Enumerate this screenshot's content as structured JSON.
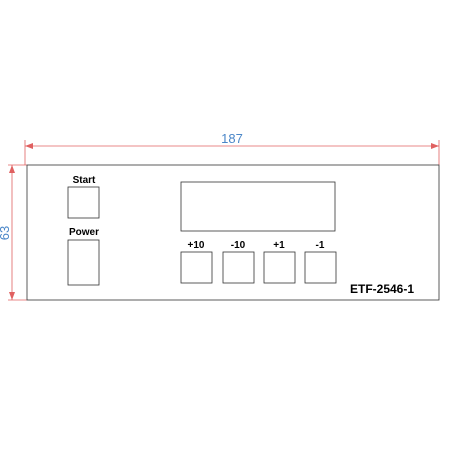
{
  "dimensions": {
    "width_label": "187",
    "height_label": "63"
  },
  "panel": {
    "left_buttons": [
      {
        "label": "Start"
      },
      {
        "label": "Power"
      }
    ],
    "keypad": [
      {
        "label": "+10"
      },
      {
        "label": "-10"
      },
      {
        "label": "+1"
      },
      {
        "label": "-1"
      }
    ],
    "part_number": "ETF-2546-1"
  },
  "colors": {
    "dimension_text": "#4a86c8",
    "dimension_line": "#e06060"
  }
}
